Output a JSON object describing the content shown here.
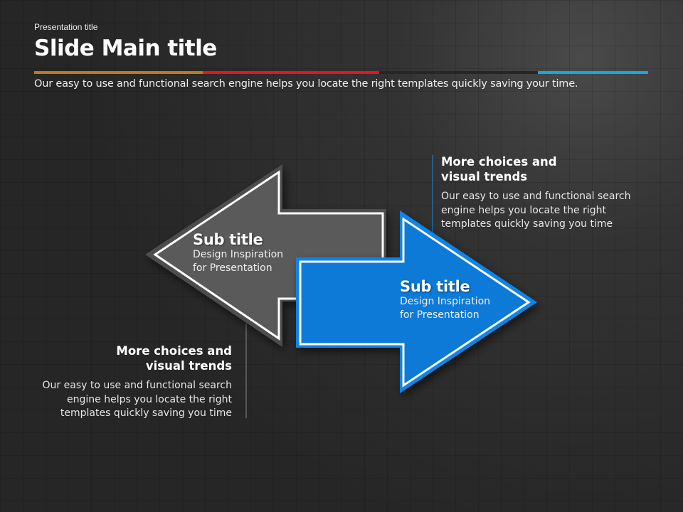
{
  "header": {
    "presentation_title": "Presentation title",
    "main_title": "Slide Main title",
    "description": "Our easy to use and functional search engine helps you locate the right templates quickly saving your time.",
    "bar_colors": [
      "#c07a10",
      "#e8141a",
      "#262626",
      "#10a8e8"
    ]
  },
  "arrows": [
    {
      "title": "Sub title",
      "line1": "Design Inspiration",
      "line2": "for Presentation",
      "color": "#5a5a5a",
      "direction": "left"
    },
    {
      "title": "Sub title",
      "line1": "Design Inspiration",
      "line2": "for Presentation",
      "color": "#0a7ad8",
      "direction": "right"
    }
  ],
  "callouts": [
    {
      "heading1": "More choices and",
      "heading2": "visual trends",
      "line1": "Our easy to use and functional search",
      "line2": "engine helps you locate the right",
      "line3": "templates quickly saving you time"
    },
    {
      "heading1": "More choices and",
      "heading2": "visual trends",
      "line1": "Our easy to use and functional search",
      "line2": "engine helps you locate the right",
      "line3": "templates quickly saving you time"
    }
  ]
}
